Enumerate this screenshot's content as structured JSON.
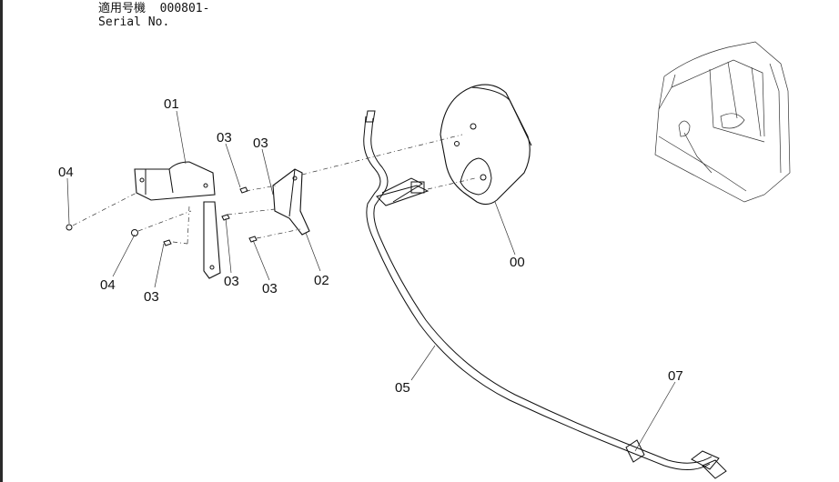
{
  "header": {
    "model_label": "適用号機",
    "serial_value": "000801-",
    "serial_label": "Serial No."
  },
  "callouts": {
    "p00": "00",
    "p01": "01",
    "p02": "02",
    "p03a": "03",
    "p03b": "03",
    "p03c": "03",
    "p03d": "03",
    "p03e": "03",
    "p04a": "04",
    "p04b": "04",
    "p05": "05",
    "p07": "07"
  }
}
